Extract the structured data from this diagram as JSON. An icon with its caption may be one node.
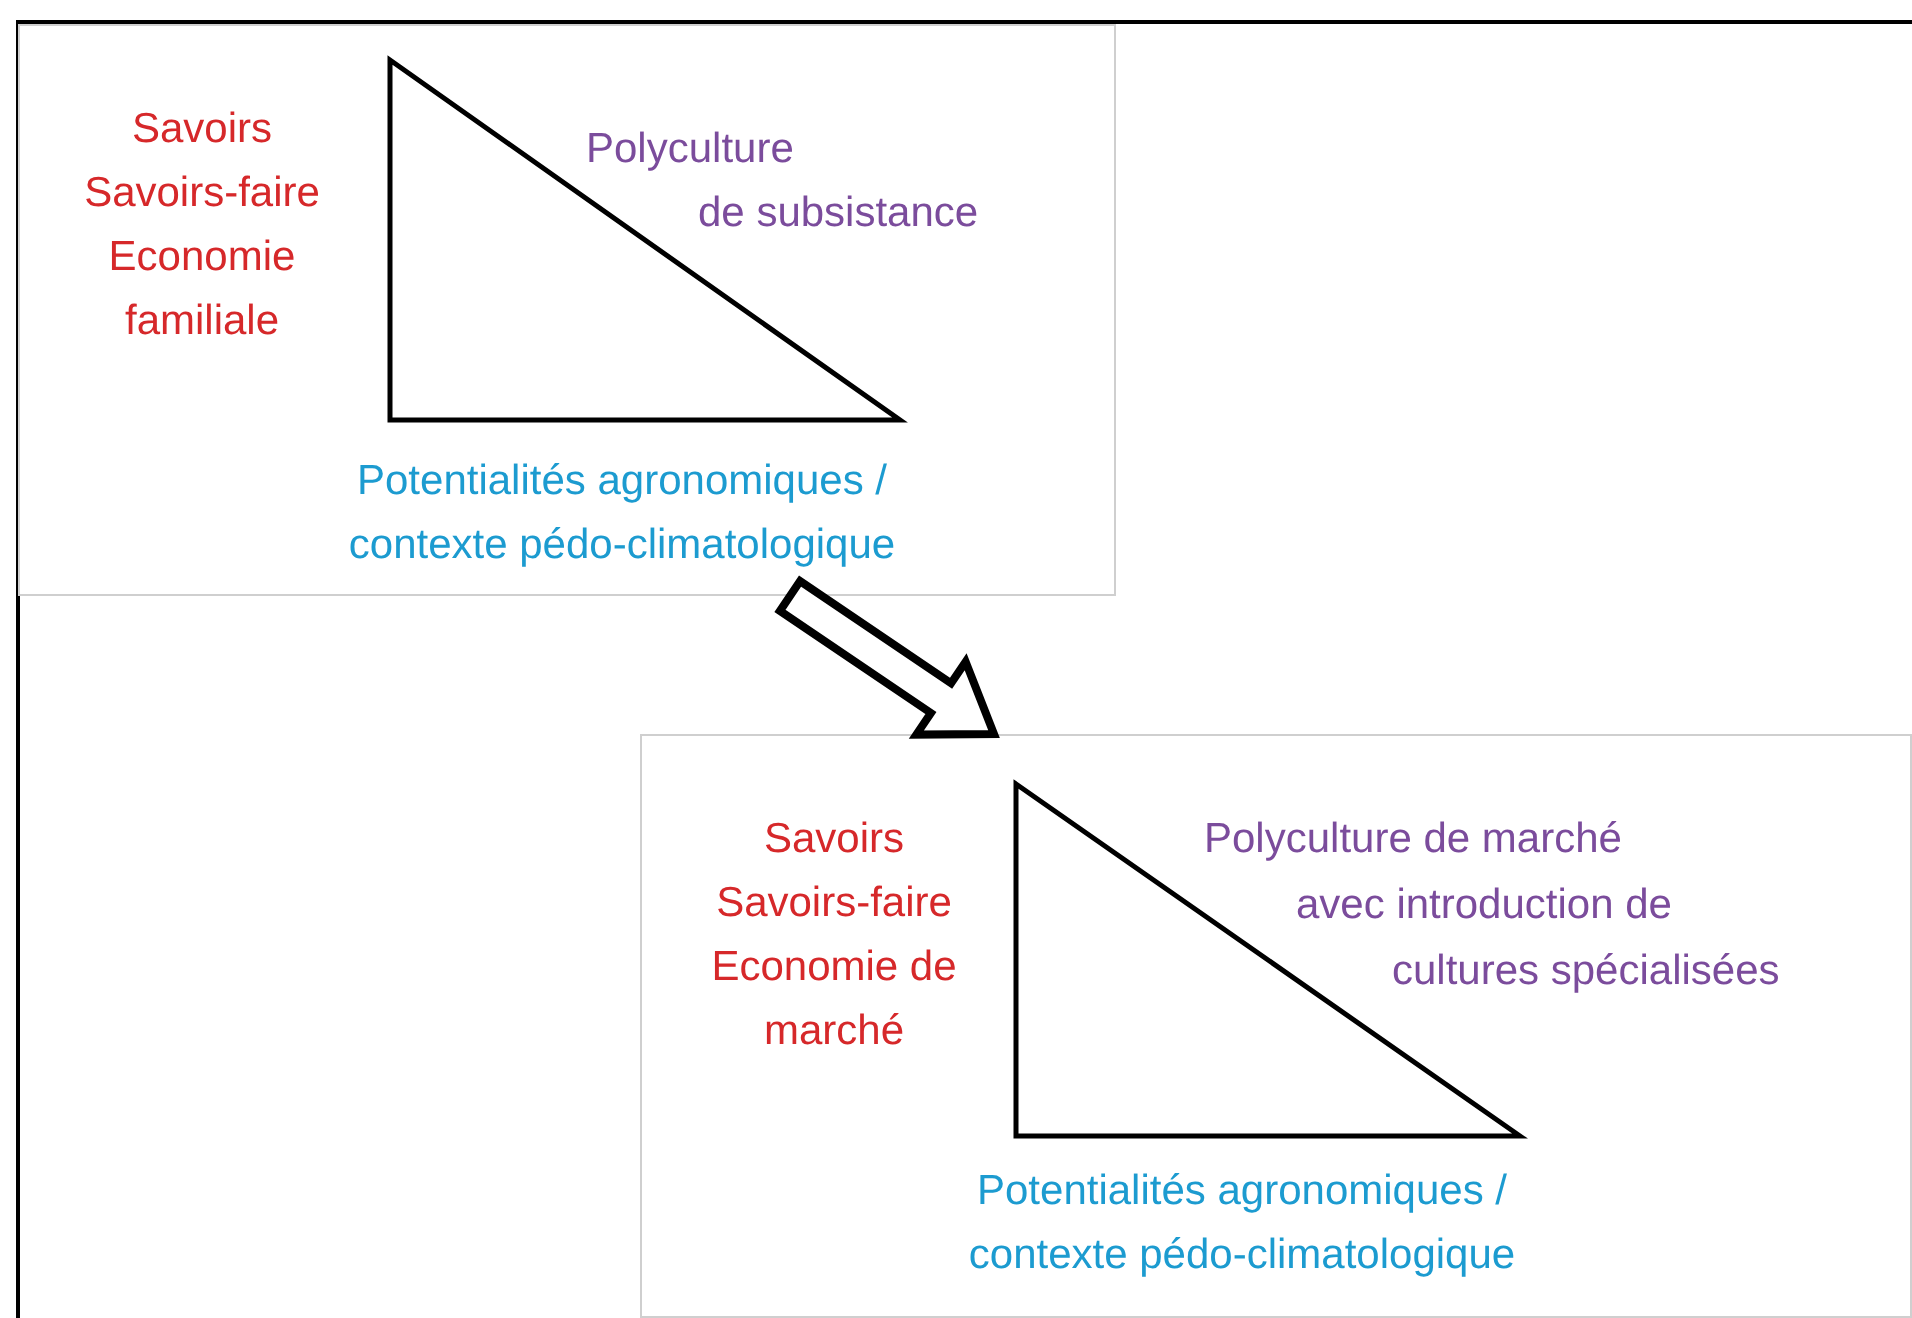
{
  "diagram": {
    "nodes": [
      {
        "text": [
          "Savoirs",
          "Savoirs-faire",
          "Economie familiale",
          "Polyculture",
          "de subsistance",
          "Potentialités agronomiques / contexte pédo-climatologique"
        ]
      },
      {
        "text": [],
        "shape": "triangle",
        "in": 0
      },
      {
        "text": [
          "Savoirs",
          "Savoirs-faire",
          "Economie de marché",
          "Polyculture de marché",
          "avec introduction de",
          "cultures spécialisées",
          "Potentialités agronomiques / contexte pédo-climatologique"
        ]
      },
      {
        "text": [],
        "shape": "triangle",
        "in": 2
      }
    ],
    "edges": [
      {
        "from": 0,
        "to": 2,
        "arrow": "to"
      }
    ]
  }
}
